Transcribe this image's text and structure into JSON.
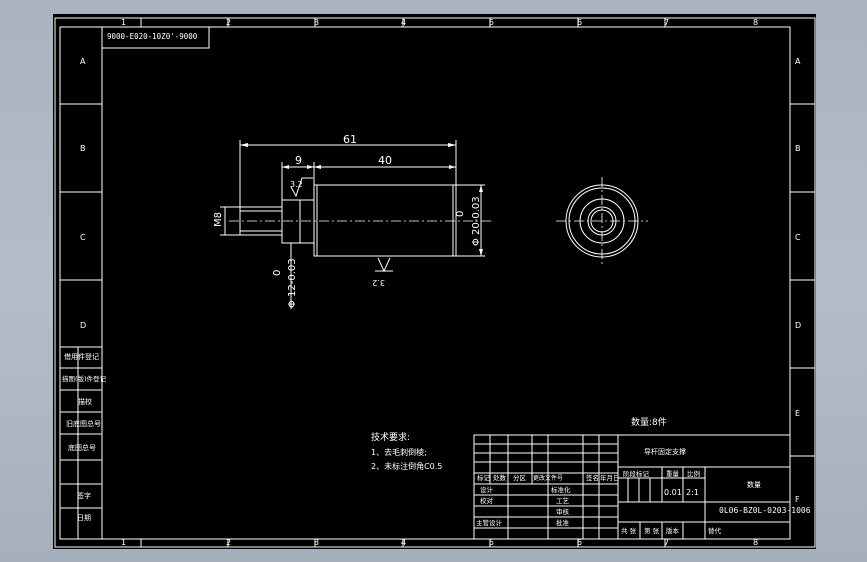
{
  "drawing": {
    "code_box": "9000-E020-10Z0'-9000",
    "zone_columns": [
      "1",
      "2",
      "3",
      "4",
      "5",
      "6",
      "7",
      "8"
    ],
    "zone_rows": [
      "A",
      "B",
      "C",
      "D",
      "E",
      "F"
    ],
    "zone_rows_left": [
      "A",
      "B",
      "C",
      "D"
    ],
    "dimensions": {
      "overall_length": "61",
      "shoulder_length": "9",
      "body_length": "40",
      "thread": "M8",
      "roughness_top": "3.2",
      "roughness_bottom": "3.2",
      "small_diameter_tol_upper": "0",
      "small_diameter": "Φ 12-0.03",
      "large_diameter_tol_upper": "0",
      "large_diameter": "Φ 20-0.03"
    },
    "notes": {
      "title": "技术要求:",
      "line1": "1、去毛刺倒棱;",
      "line2": "2、未标注倒角C0.5"
    },
    "quantity": "数量:8件",
    "left_strip": [
      "借用件登记",
      "描图(版)件登记",
      "描校",
      "旧底图总号",
      "底图总号",
      "签字",
      "日期"
    ],
    "title_block": {
      "part_name": "导杆固定支撑",
      "stage_mark": "阶段标记",
      "weight_label": "重量",
      "scale_label": "比例",
      "weight": "0.01",
      "scale": "2:1",
      "material": "数量",
      "drawing_number": "0L06-BZ0L-0203-1006",
      "header_cells": [
        "标记",
        "处数",
        "分区",
        "更改文件号",
        "签名",
        "年月日"
      ],
      "row_labels": [
        "设计",
        "校对",
        "主管设计"
      ],
      "mid_labels": [
        "标准化",
        "工艺",
        "审核",
        "批准"
      ],
      "sheet_info": [
        "共 张",
        "第 张",
        "版本"
      ],
      "replace_label": "替代"
    }
  }
}
